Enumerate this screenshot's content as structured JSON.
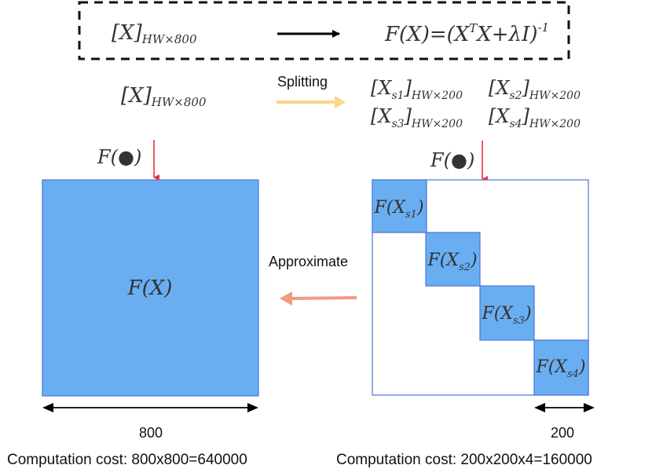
{
  "formula": {
    "input_base": "[X]",
    "input_sub": "HW×800",
    "function_text": "F(X)=(X",
    "function_sup": "T",
    "function_mid": "X+λI)",
    "function_exp": "-1"
  },
  "splitting": {
    "left_base": "[X]",
    "left_sub": "HW×800",
    "label": "Splitting",
    "blocks": [
      {
        "base": "[X",
        "idx": "s1",
        "close": "]",
        "sub": "HW×200"
      },
      {
        "base": "[X",
        "idx": "s2",
        "close": "]",
        "sub": "HW×200"
      },
      {
        "base": "[X",
        "idx": "s3",
        "close": "]",
        "sub": "HW×200"
      },
      {
        "base": "[X",
        "idx": "s4",
        "close": "]",
        "sub": "HW×200"
      }
    ]
  },
  "operator_label": "F(●)",
  "full_matrix_label": "F(X)",
  "diag_blocks": [
    {
      "pre": "F(X",
      "idx": "s1",
      "post": ")"
    },
    {
      "pre": "F(X",
      "idx": "s2",
      "post": ")"
    },
    {
      "pre": "F(X",
      "idx": "s3",
      "post": ")"
    },
    {
      "pre": "F(X",
      "idx": "s4",
      "post": ")"
    }
  ],
  "approx_label": "Approximate",
  "left_width": "800",
  "right_width": "200",
  "left_cost": "Computation cost: 800x800=640000",
  "right_cost": "Computation cost: 200x200x4=160000",
  "colors": {
    "block_fill": "#6aaef2",
    "block_stroke": "#4a76d8",
    "red_arrow": "#e8313a",
    "split_arrow": "#fbd58c",
    "approx_arrow": "#f39a84"
  }
}
